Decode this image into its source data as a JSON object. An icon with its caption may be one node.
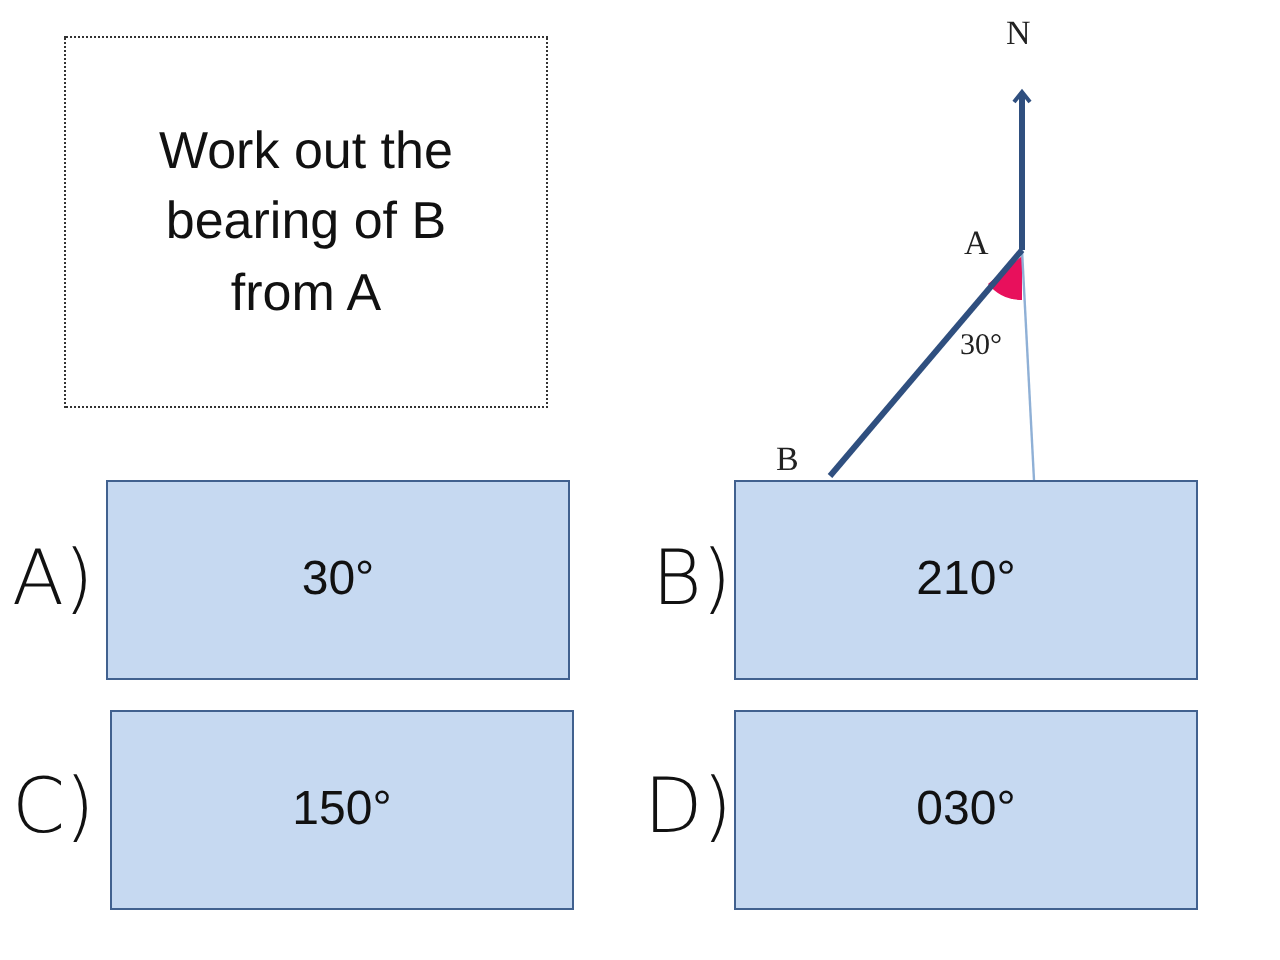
{
  "diagram": {
    "nodes": [
      {
        "text": [
          "Work out the bearing of B from A"
        ]
      },
      {
        "text": [
          "30°"
        ],
        "beside": [
          "A)"
        ]
      },
      {
        "text": [
          "210°"
        ],
        "beside": [
          "B)"
        ]
      },
      {
        "text": [
          "150°"
        ],
        "beside": [
          "C)"
        ]
      },
      {
        "text": [
          "030°"
        ],
        "beside": [
          "D)"
        ]
      }
    ],
    "labels": [
      "N",
      "A",
      "30°",
      "B"
    ]
  }
}
